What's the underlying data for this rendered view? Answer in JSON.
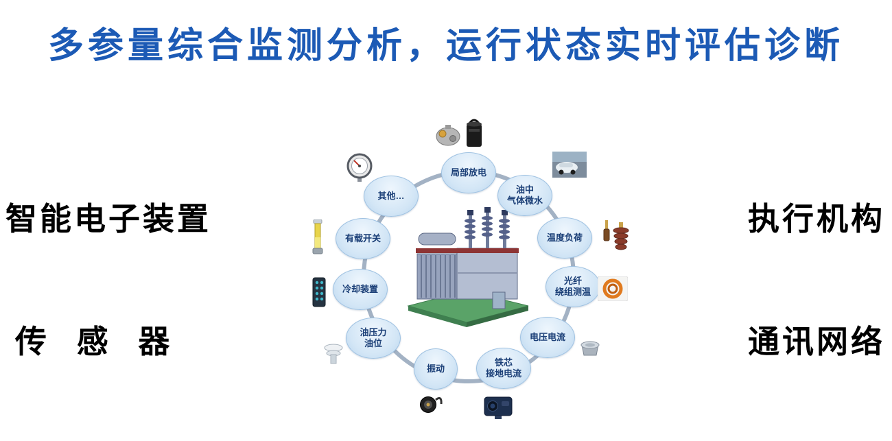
{
  "title": "多参量综合监测分析，运行状态实时评估诊断",
  "side_labels": {
    "top_left": "智能电子装置",
    "bottom_left": "传感器",
    "top_right": "执行机构",
    "bottom_right": "通讯网络"
  },
  "ring": {
    "nodes": [
      {
        "label": "局部放电"
      },
      {
        "label": "油中\n气体微水"
      },
      {
        "label": "温度负荷"
      },
      {
        "label": "光纤\n绕组测温"
      },
      {
        "label": "电压电流"
      },
      {
        "label": "铁芯\n接地电流"
      },
      {
        "label": "振动"
      },
      {
        "label": "油压力\n油位"
      },
      {
        "label": "冷却装置"
      },
      {
        "label": "有载开关"
      },
      {
        "label": "其他…"
      }
    ]
  },
  "icons": [
    {
      "name": "pressure-gauge-icon"
    },
    {
      "name": "pump-motor-icon"
    },
    {
      "name": "black-canister-icon"
    },
    {
      "name": "vehicle-photo-icon"
    },
    {
      "name": "rod-sensor-icon"
    },
    {
      "name": "bushing-insulator-icon"
    },
    {
      "name": "cable-coil-icon"
    },
    {
      "name": "oil-cup-sensor-icon"
    },
    {
      "name": "monitoring-device-icon"
    },
    {
      "name": "cable-connector-icon"
    },
    {
      "name": "porcelain-insulator-icon"
    },
    {
      "name": "perforated-sensor-icon"
    },
    {
      "name": "sight-glass-tube-icon"
    },
    {
      "name": "transformer-image"
    }
  ],
  "colors": {
    "title_blue": "#1c5ab5",
    "bubble_fill": "#d3e6f6",
    "bubble_text": "#1b3f77",
    "ring_gray": "#a3b2c4",
    "label_black": "#000000"
  }
}
